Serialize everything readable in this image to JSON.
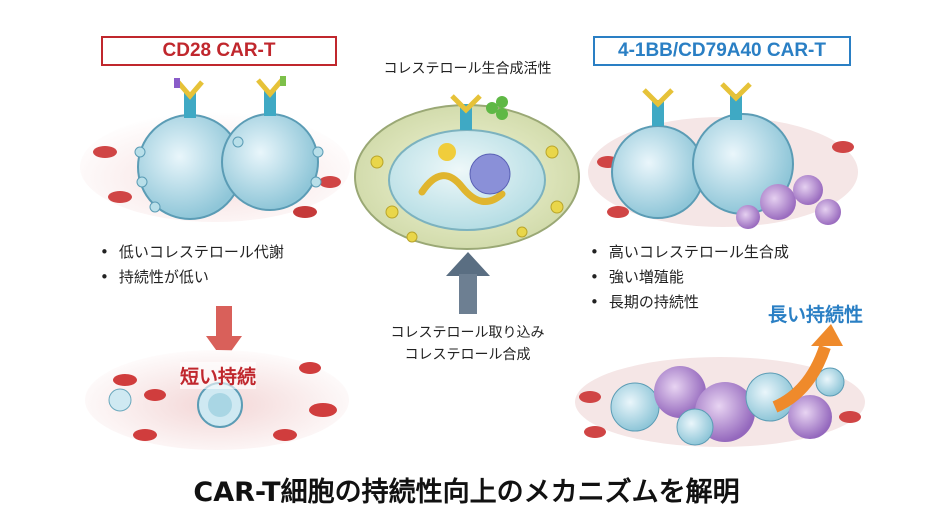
{
  "left_panel": {
    "title": "CD28 CAR-T",
    "title_color": "#c0272d",
    "bullets": [
      "低いコレステロール代謝",
      "持続性が低い"
    ],
    "outcome_label": "短い持続",
    "outcome_color": "#c0272d"
  },
  "center_panel": {
    "top_label": "コレステロール生合成活性",
    "bottom_label_line1": "コレステロール取り込み",
    "bottom_label_line2": "コレステロール合成"
  },
  "right_panel": {
    "title": "4-1BB/CD79A40 CAR-T",
    "title_color": "#2a7fc4",
    "bullets": [
      "高いコレステロール生合成",
      "強い増殖能",
      "長期の持続性"
    ],
    "outcome_label": "長い持続性",
    "outcome_color": "#2a7fc4"
  },
  "main_title": "CAR-T細胞の持続性向上のメカニズムを解明"
}
